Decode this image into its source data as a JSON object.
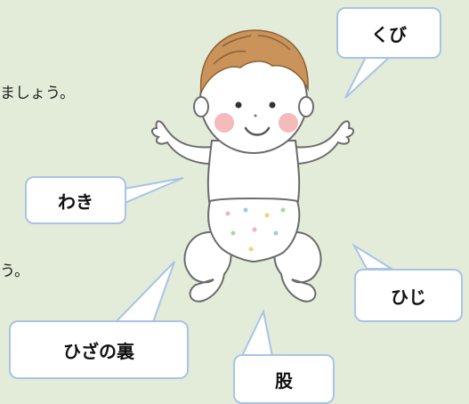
{
  "text_lines": {
    "line1": "ましょう。",
    "line2": "う。"
  },
  "labels": {
    "neck": "くび",
    "armpit": "わき",
    "elbow": "ひじ",
    "back_of_knee": "ひざの裏",
    "crotch": "股"
  },
  "colors": {
    "background": "#e3ecd8",
    "label_border": "#a9c3e6",
    "hair": "#c9935a",
    "cheek": "#f3a9a9",
    "outline": "#6b6b6b"
  }
}
